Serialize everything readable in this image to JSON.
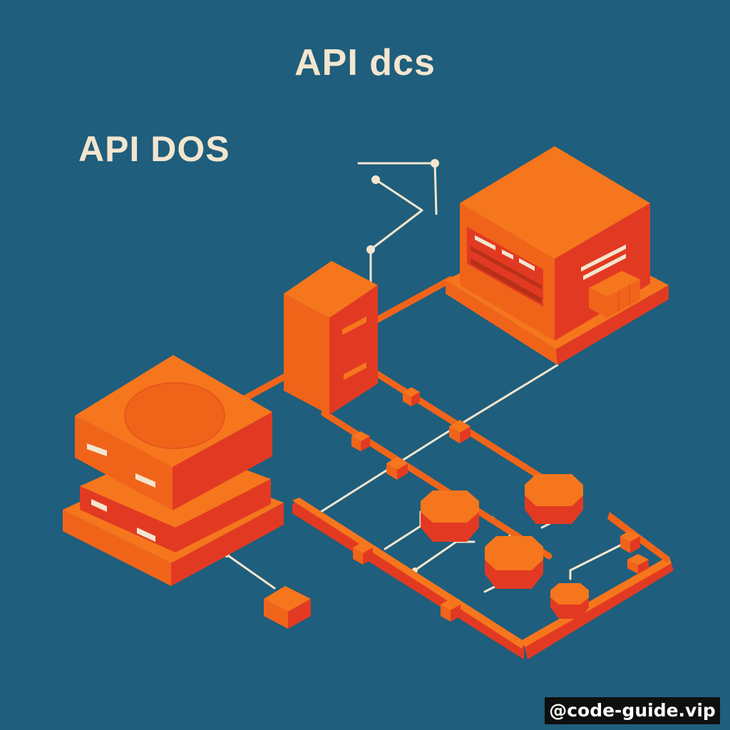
{
  "heading": "API dcs",
  "subheading": "API DOS",
  "watermark": "@code-guide.vip",
  "colors": {
    "background": "#1f5e7c",
    "block_top": "#f6761d",
    "block_side_light": "#f0641a",
    "block_side_dark": "#e23a22",
    "wire": "#f3e6cf",
    "text": "#f3e6cf"
  }
}
